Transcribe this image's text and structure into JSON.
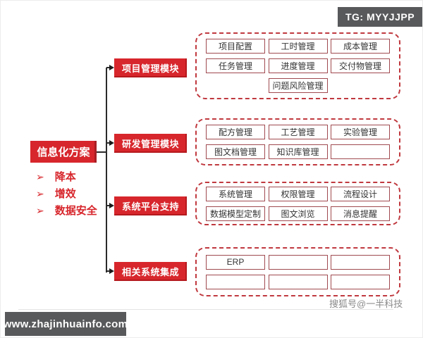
{
  "badge": {
    "label": "TG: MYYJJPP"
  },
  "root": {
    "title": "信息化方案",
    "bullets": [
      {
        "marker": "➢",
        "label": "降本"
      },
      {
        "marker": "➢",
        "label": "增效"
      },
      {
        "marker": "➢",
        "label": "数据安全"
      }
    ]
  },
  "branches": [
    {
      "label": "项目管理模块",
      "rows": [
        [
          "项目配置",
          "工时管理",
          "成本管理"
        ],
        [
          "任务管理",
          "进度管理",
          "交付物管理"
        ],
        [
          "问题风险管理"
        ]
      ]
    },
    {
      "label": "研发管理模块",
      "rows": [
        [
          "配方管理",
          "工艺管理",
          "实验管理"
        ],
        [
          "图文档管理",
          "知识库管理",
          ""
        ]
      ]
    },
    {
      "label": "系统平台支持",
      "rows": [
        [
          "系统管理",
          "权限管理",
          "流程设计"
        ],
        [
          "数据模型定制",
          "图文浏览",
          "消息提醒"
        ]
      ]
    },
    {
      "label": "相关系统集成",
      "rows": [
        [
          "ERP",
          "",
          ""
        ],
        [
          "",
          "",
          ""
        ]
      ]
    }
  ],
  "watermark": {
    "label": "搜狐号@一半科技"
  },
  "footer": {
    "label": "www.zhajinhuainfo.com"
  },
  "colors": {
    "accent_red": "#d7262c",
    "dashed_border": "#c0393f",
    "cell_border": "#a04a50",
    "badge_bg": "#58595b",
    "footer_bg": "#58595b",
    "connector": "#2b2b2b"
  }
}
